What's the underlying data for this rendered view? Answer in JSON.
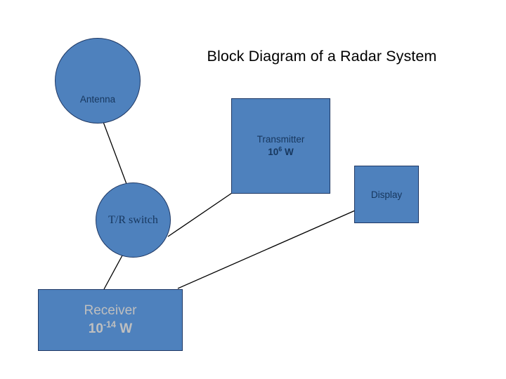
{
  "slide": {
    "title": "Block Diagram of a Radar System",
    "background_color": "#FFFFFF",
    "shape_fill_color": "#4E81BD",
    "shape_border_color": "#1F3864",
    "dark_text_color": "#17375E",
    "muted_text_color": "#BFBFBF",
    "connector_color": "#000000"
  },
  "nodes": {
    "antenna": {
      "label": "Antenna",
      "shape": "circle"
    },
    "transmitter": {
      "label": "Transmitter",
      "power_base": "10",
      "power_exponent": "6",
      "power_unit": " W",
      "shape": "rectangle"
    },
    "tr_switch": {
      "label": "T/R switch",
      "shape": "circle"
    },
    "display": {
      "label": "Display",
      "shape": "rectangle"
    },
    "receiver": {
      "label": "Receiver",
      "power_base": "10",
      "power_exponent": "-14",
      "power_unit": " W",
      "shape": "rectangle"
    }
  },
  "connectors": [
    {
      "name": "antenna-to-tr-switch",
      "from": "antenna",
      "to": "tr_switch"
    },
    {
      "name": "tr-switch-to-transmitter",
      "from": "tr_switch",
      "to": "transmitter"
    },
    {
      "name": "tr-switch-to-receiver",
      "from": "tr_switch",
      "to": "receiver"
    },
    {
      "name": "receiver-to-display",
      "from": "receiver",
      "to": "display"
    }
  ]
}
